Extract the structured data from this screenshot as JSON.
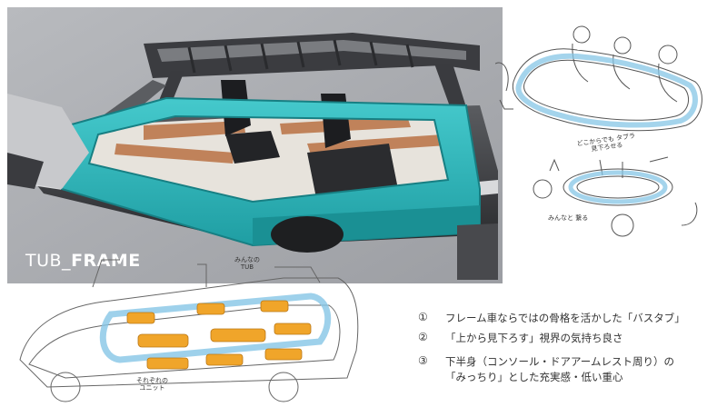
{
  "title": {
    "prefix": "TUB_",
    "main": "FRAME"
  },
  "colors": {
    "panel_bg": "#a9abb0",
    "tub_teal": "#2bb3b7",
    "seat_tan": "#c0825a",
    "sketch_orange": "#f0a52a"
  },
  "sketch_notes": {
    "bottom_label": "みんなの\nTUB",
    "bottom_under": "それぞれの\nユニット",
    "mid_top": "どこからでも タブラ\n見下ろせる",
    "mid_bottom": "みんなと 繋る"
  },
  "notes": [
    {
      "number": "①",
      "lines": [
        "フレーム車ならではの骨格を活かした「バスタブ」"
      ]
    },
    {
      "number": "②",
      "lines": [
        "「上から見下ろす」視界の気持ち良さ"
      ]
    },
    {
      "number": "③",
      "lines": [
        "下半身（コンソール・ドアアームレスト周り）の",
        "「みっちり」とした充実感・低い重心"
      ]
    }
  ]
}
